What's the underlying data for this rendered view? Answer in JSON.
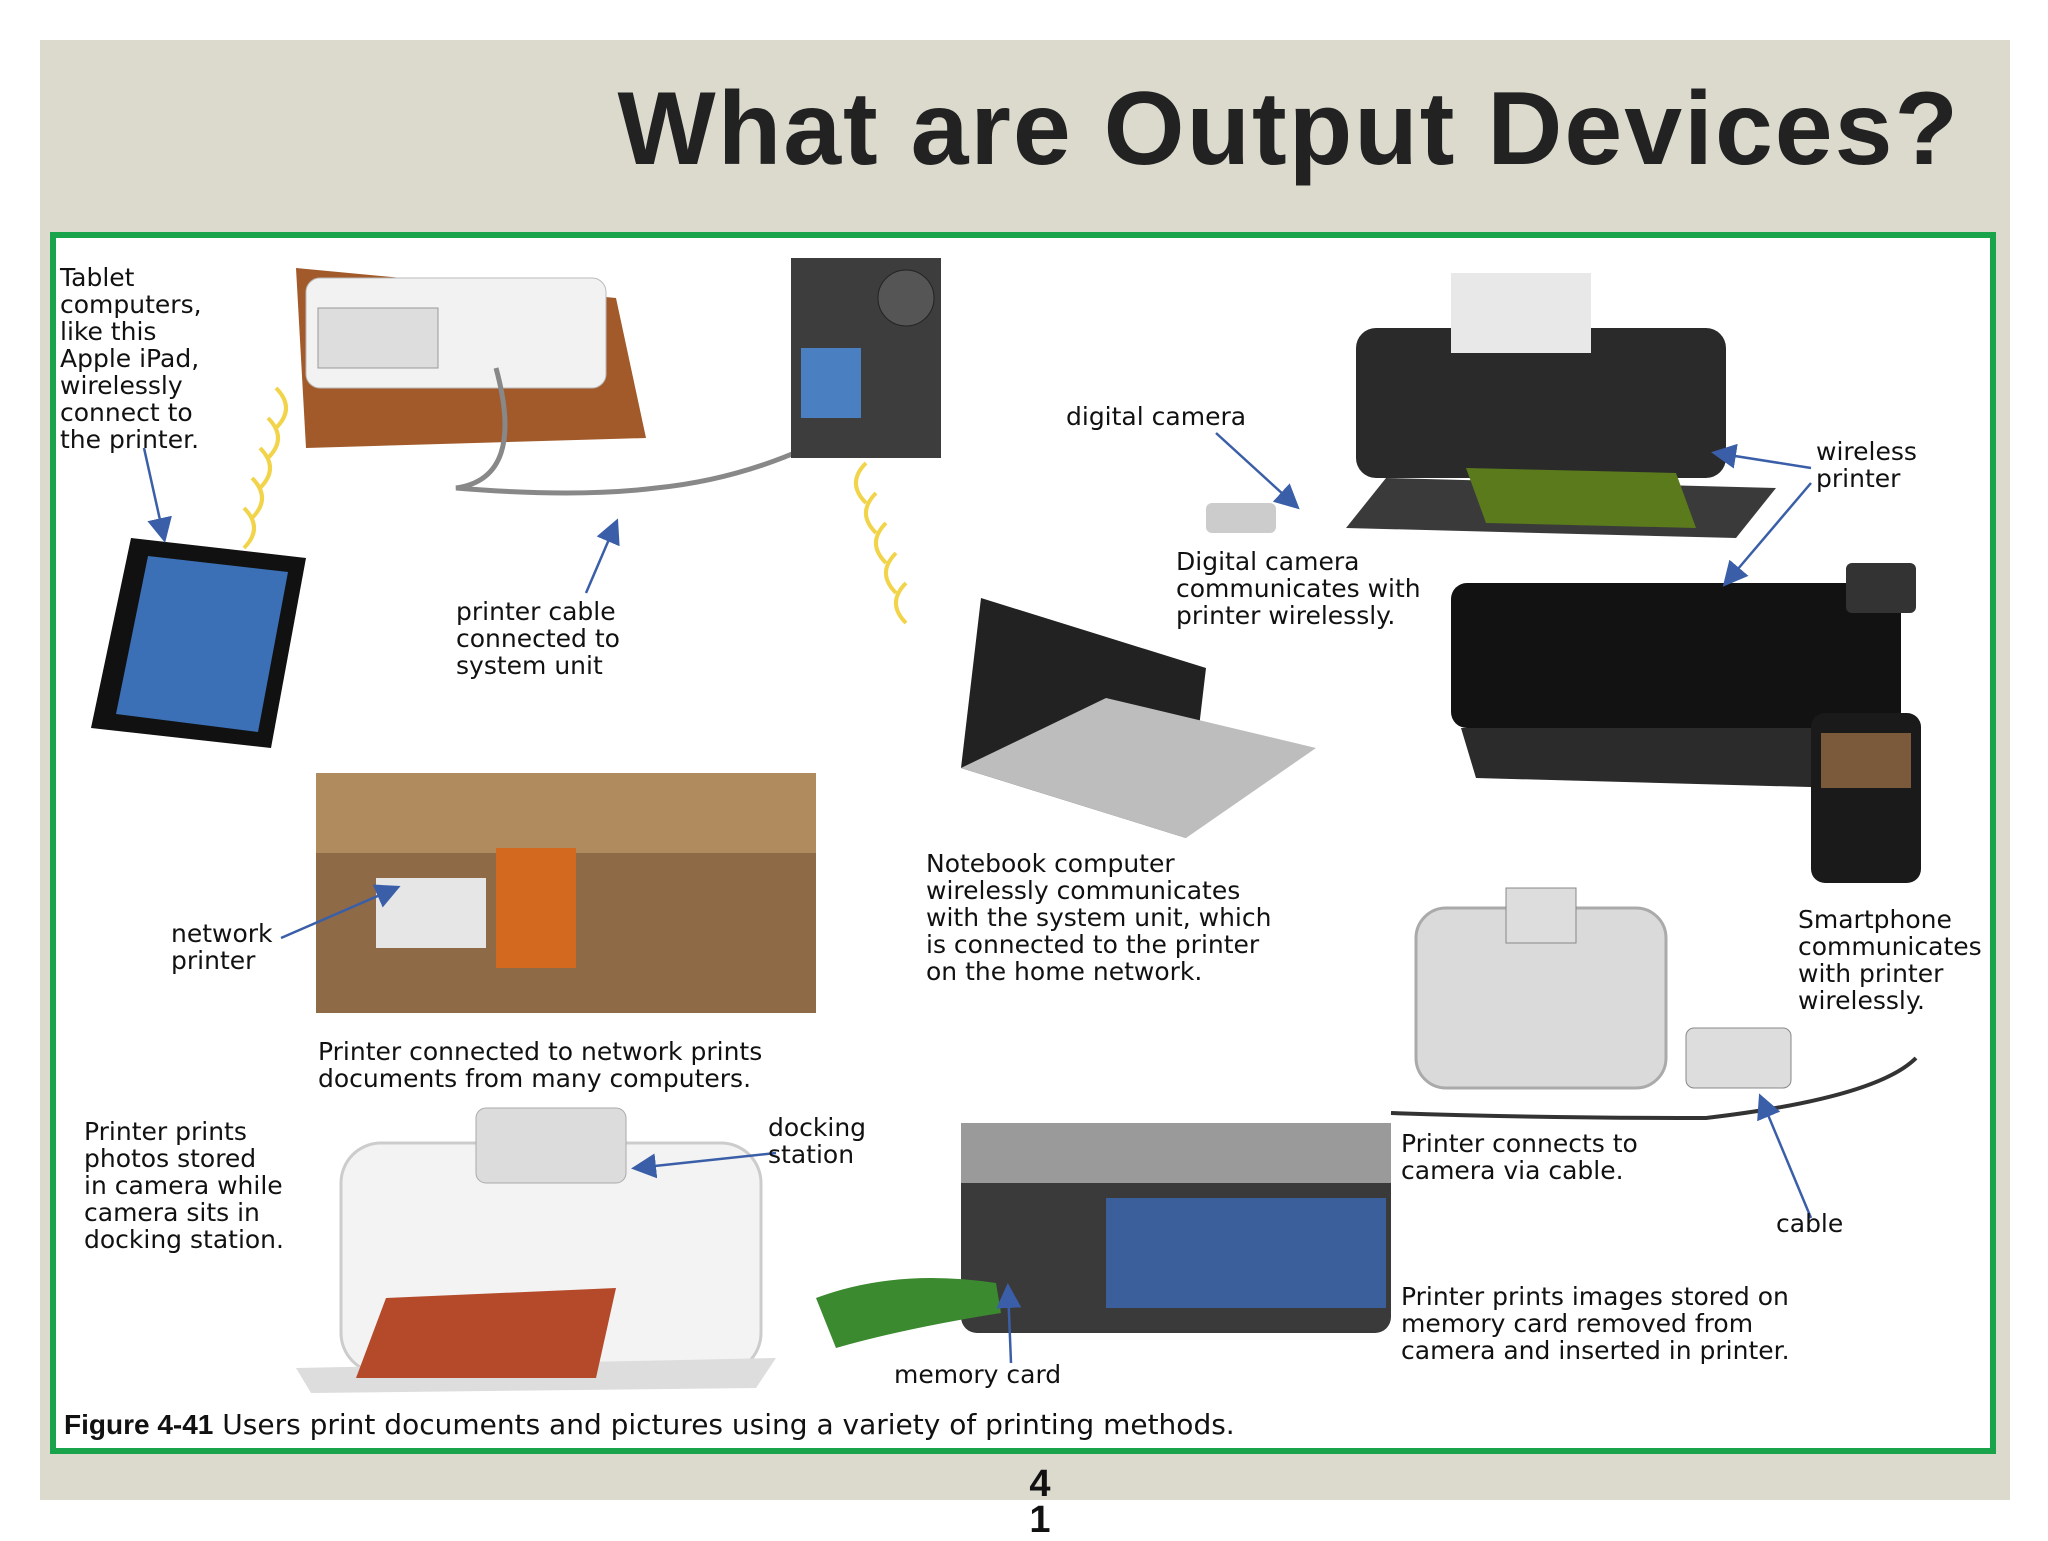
{
  "slide": {
    "title": "What are Output Devices?",
    "page_number": "4\n1"
  },
  "figure": {
    "caption_label": "Figure 4-41",
    "caption_text": "Users print documents and pictures using a variety of printing methods.",
    "labels": {
      "tablet": "Tablet\ncomputers,\nlike this\nApple iPad,\nwirelessly\nconnect to\nthe printer.",
      "printer_cable": "printer cable\nconnected to\nsystem unit",
      "digital_camera": "digital camera",
      "wireless_printer": "wireless\nprinter",
      "camera_wireless": "Digital camera\ncommunicates with\nprinter wirelessly.",
      "notebook": "Notebook computer\nwirelessly communicates\nwith the system unit, which\nis connected to the printer\non the home network.",
      "network_printer": "network\nprinter",
      "network_prints": "Printer connected to network prints\ndocuments from many computers.",
      "smartphone": "Smartphone\ncommunicates\nwith printer\nwirelessly.",
      "docking_prints": "Printer prints\nphotos stored\nin camera while\ncamera sits in\ndocking station.",
      "docking_station": "docking\nstation",
      "cable_connect": "Printer connects to\ncamera via cable.",
      "cable": "cable",
      "memory_card_prints": "Printer prints images stored on\nmemory card removed from\ncamera and inserted in printer.",
      "memory_card": "memory card"
    }
  },
  "colors": {
    "frame_green": "#19a34a",
    "band": "#dcd9cd",
    "arrow_blue": "#3a5fa8",
    "wireless_yellow": "#f1d44a"
  }
}
